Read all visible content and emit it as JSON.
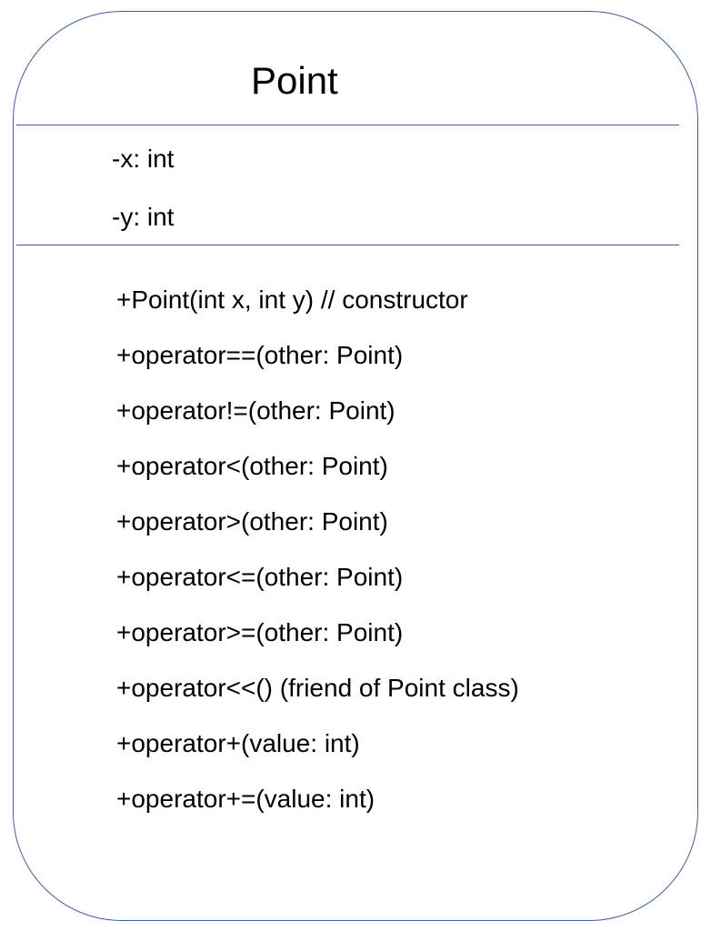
{
  "class_name": "Point",
  "attributes": [
    "-x: int",
    "-y: int"
  ],
  "methods": [
    "+Point(int x, int y) // constructor",
    "+operator==(other: Point)",
    "+operator!=(other: Point)",
    "+operator<(other: Point)",
    "+operator>(other: Point)",
    "+operator<=(other: Point)",
    "+operator>=(other: Point)",
    "+operator<<() (friend of Point class)",
    "+operator+(value: int)",
    "+operator+=(value: int)"
  ],
  "colors": {
    "border": "#3f5f9c",
    "text": "#000000",
    "background": "#ffffff"
  }
}
